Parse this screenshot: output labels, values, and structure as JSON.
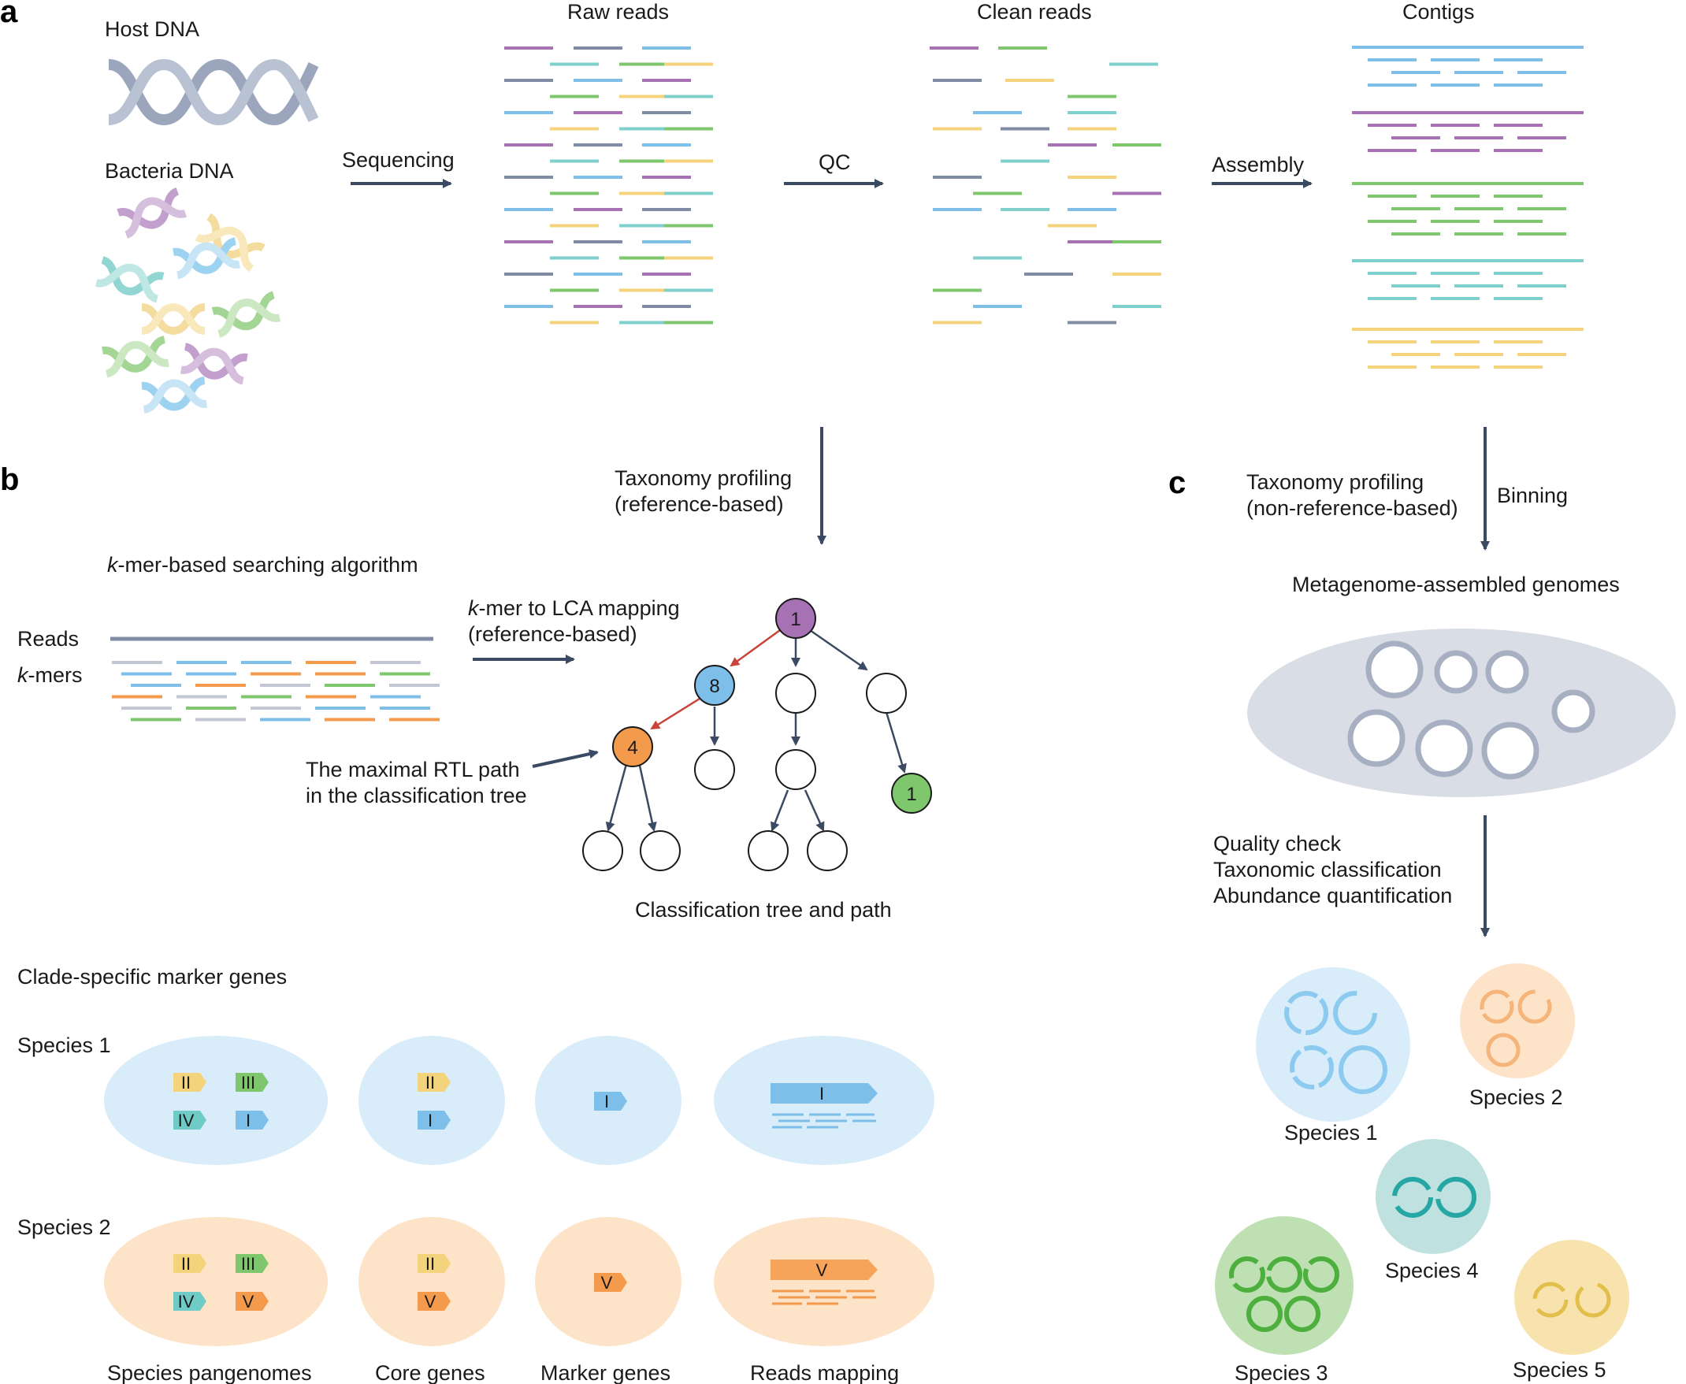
{
  "panels": {
    "a": "a",
    "b": "b",
    "c": "c"
  },
  "panel_a": {
    "host_dna": "Host DNA",
    "bacteria_dna": "Bacteria DNA",
    "sequencing": "Sequencing",
    "raw_reads": "Raw reads",
    "qc": "QC",
    "clean_reads": "Clean reads",
    "assembly": "Assembly",
    "contigs": "Contigs"
  },
  "panel_b": {
    "taxonomy_line1": "Taxonomy profiling",
    "taxonomy_line2": "(reference-based)",
    "kmer_title_italic": "k",
    "kmer_title_rest": "-mer-based searching algorithm",
    "reads": "Reads",
    "kmers_italic": "k",
    "kmers_rest": "-mers",
    "mapping_line1_italic": "k",
    "mapping_line1_rest": "-mer to LCA mapping",
    "mapping_line2": "(reference-based)",
    "rtl_line1": "The maximal RTL path",
    "rtl_line2": "in the classification tree",
    "tree_caption": "Classification tree and path",
    "node_root": "1",
    "node_8": "8",
    "node_4": "4",
    "node_leaf_1": "1",
    "marker_title": "Clade-specific marker genes",
    "species1": "Species 1",
    "species2": "Species 2",
    "col_pangenomes": "Species pangenomes",
    "col_core": "Core genes",
    "col_marker": "Marker genes",
    "col_mapping": "Reads mapping",
    "genes": {
      "I": "I",
      "II": "II",
      "III": "III",
      "IV": "IV",
      "V": "V"
    }
  },
  "panel_c": {
    "taxonomy_line1": "Taxonomy profiling",
    "taxonomy_line2": "(non-reference-based)",
    "binning": "Binning",
    "mags": "Metagenome-assembled genomes",
    "qc_line1": "Quality check",
    "qc_line2": "Taxonomic classification",
    "qc_line3": "Abundance quantification",
    "species1": "Species 1",
    "species2": "Species 2",
    "species3": "Species 3",
    "species4": "Species 4",
    "species5": "Species 5"
  },
  "colors": {
    "arrow": "#3b4a63",
    "purple": "#a772b4",
    "teal": "#7fd0cc",
    "blue": "#7dbfe8",
    "green": "#7ec76c",
    "yellow": "#f5d27c",
    "grayblue": "#7f8ca3",
    "orange": "#f39a4d",
    "red_path": "#c8443a",
    "light_blue_bg": "#d8ecf9",
    "light_orange_bg": "#fde3c8",
    "mag_bg": "#d9dde6"
  }
}
